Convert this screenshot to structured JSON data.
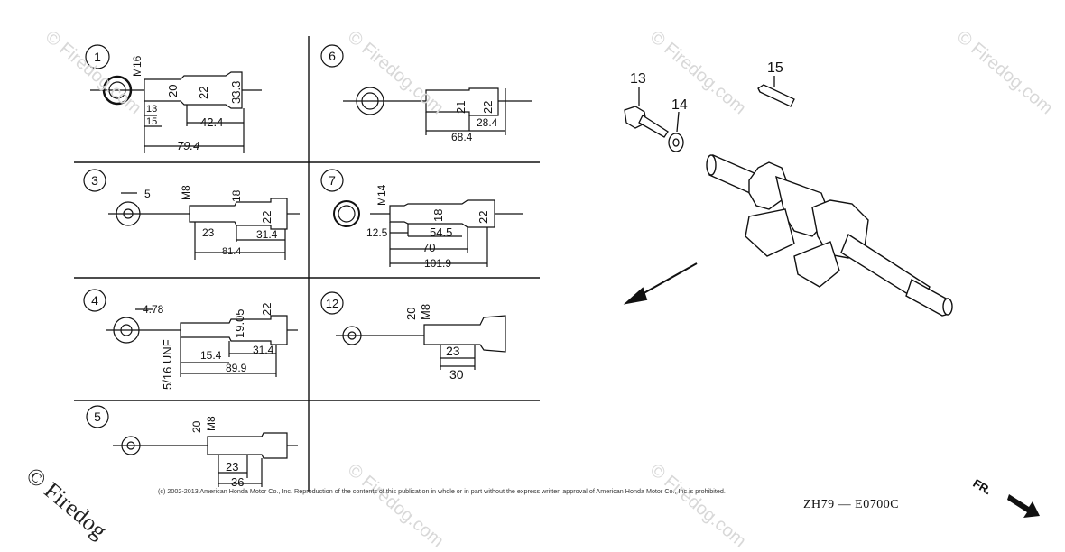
{
  "watermark": "© Firedog.com",
  "watermark_bottom": "© Firedog",
  "copyright": "(c) 2002-2013 American Honda Motor Co., Inc. Reproduction of the contents of this publication in whole or in part without the express written approval of American Honda Motor Co., Inc is prohibited.",
  "diagram_code": "ZH79 — E0700C",
  "fr_label": "FR.",
  "panels": {
    "p1": {
      "num": "1",
      "dims": [
        "M16",
        "20",
        "22",
        "33.3",
        "13",
        "15",
        "42.4",
        "79.4"
      ]
    },
    "p6": {
      "num": "6",
      "dims": [
        "21",
        "22",
        "28.4",
        "68.4"
      ]
    },
    "p3": {
      "num": "3",
      "dims": [
        "5",
        "M8",
        "18",
        "22",
        "23",
        "31.4",
        "81.4"
      ]
    },
    "p7": {
      "num": "7",
      "dims": [
        "M14",
        "18",
        "22",
        "12.5",
        "54.5",
        "70",
        "101.9"
      ]
    },
    "p4": {
      "num": "4",
      "dims": [
        "4.78",
        "19.05",
        "22",
        "15.4",
        "31.4",
        "89.9",
        "5/16 UNF"
      ]
    },
    "p12": {
      "num": "12",
      "dims": [
        "20",
        "M8",
        "23",
        "30"
      ]
    },
    "p5": {
      "num": "5",
      "dims": [
        "20",
        "M8",
        "23",
        "36"
      ]
    }
  },
  "callouts": {
    "c13": "13",
    "c14": "14",
    "c15": "15"
  }
}
